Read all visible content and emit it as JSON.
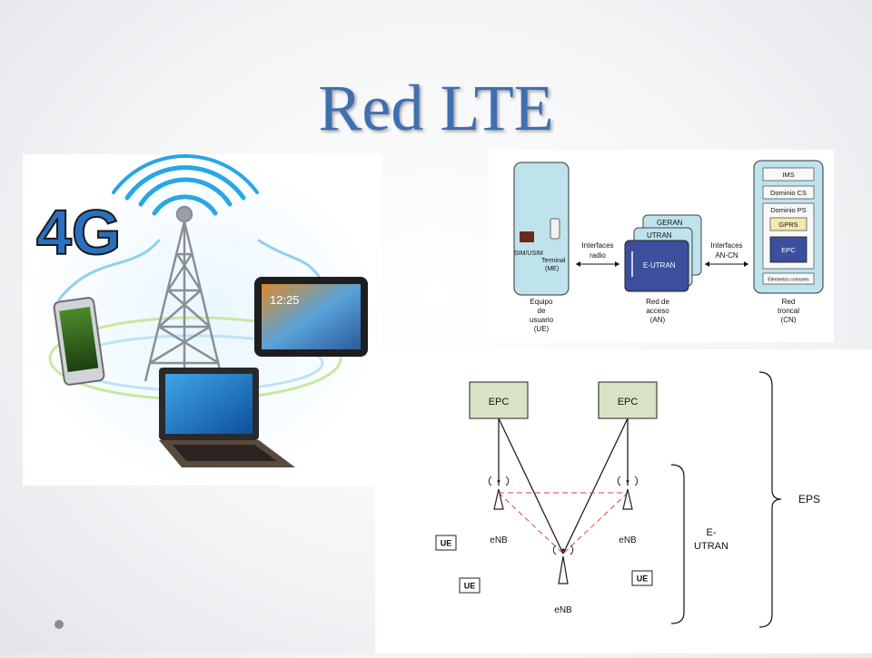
{
  "slide": {
    "title": "Red LTE"
  },
  "illustration": {
    "badge": "4G",
    "tablet_clock": "12:25"
  },
  "architecture": {
    "ue": {
      "sim": "SIM/USIM",
      "terminal": [
        "Terminal",
        "(ME)"
      ],
      "caption": [
        "Equipo",
        "de",
        "usuario",
        "(UE)"
      ]
    },
    "radio_interface": [
      "Interfaces",
      "radio"
    ],
    "access": {
      "geran": "GERAN",
      "utran": "UTRAN",
      "eutran": "E-UTRAN",
      "caption": [
        "Red de",
        "acceso",
        "(AN)"
      ]
    },
    "ancn_interface": [
      "Interfaces",
      "AN-CN"
    ],
    "core": {
      "ims": "IMS",
      "cs": "Dominio CS",
      "ps": "Dominio PS",
      "gprs": "GPRS",
      "epc": "EPC",
      "common": "Elementos comunes",
      "caption": [
        "Red",
        "troncal",
        "(CN)"
      ]
    }
  },
  "eps_diagram": {
    "epc_left": "EPC",
    "epc_right": "EPC",
    "enb_left": "eNB",
    "enb_right": "eNB",
    "enb_bottom": "eNB",
    "ue_1": "UE",
    "ue_2": "UE",
    "ue_3": "UE",
    "eutran_label": [
      "E-",
      "UTRAN"
    ],
    "eps_label": "EPS"
  },
  "colors": {
    "title": "#3f6fb0",
    "eutran_fill": "#3b4f9c",
    "panel_fill": "#bfe3ec",
    "epc_box": "#d7e3c4",
    "dashed_link": "#e04040"
  }
}
